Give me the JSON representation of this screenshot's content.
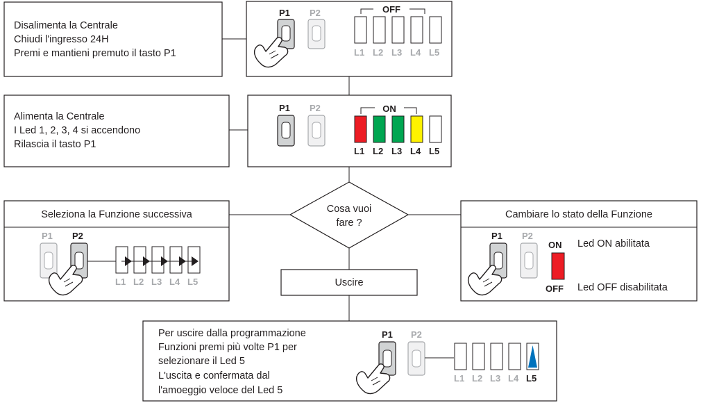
{
  "colors": {
    "line": "#231f20",
    "inactive": "#a7a9ac",
    "btn_dark_fill": "#d1d3d4",
    "btn_light_fill": "#f1f1f2",
    "btn_light_stroke": "#a7a9ac",
    "led_red": "#ed1c24",
    "led_green": "#00a651",
    "led_yellow": "#fff200",
    "led_off": "#ffffff",
    "arrow_blue": "#0072bc"
  },
  "step1": {
    "lines": [
      "Disalimenta la Centrale",
      "Chiudi l'ingresso 24H",
      "Premi e mantieni premuto il tasto P1"
    ],
    "p1": "P1",
    "p2": "P2",
    "group": "OFF",
    "leds": [
      "L1",
      "L2",
      "L3",
      "L4",
      "L5"
    ],
    "icon": "pressing-hand-icon"
  },
  "step2": {
    "lines": [
      "Alimenta la Centrale",
      "I Led 1, 2, 3, 4 si accendono",
      "Rilascia il tasto P1"
    ],
    "p1": "P1",
    "p2": "P2",
    "group": "ON",
    "leds": [
      "L1",
      "L2",
      "L3",
      "L4",
      "L5"
    ],
    "led_colors": [
      "led_red",
      "led_green",
      "led_green",
      "led_yellow",
      "led_off"
    ]
  },
  "decision": {
    "lines": [
      "Cosa vuoi",
      "fare ?"
    ]
  },
  "left": {
    "title": "Seleziona la Funzione successiva",
    "p1": "P1",
    "p2": "P2",
    "leds": [
      "L1",
      "L2",
      "L3",
      "L4",
      "L5"
    ],
    "icon": "pressing-hand-icon"
  },
  "right": {
    "title": "Cambiare lo stato della Funzione",
    "p1": "P1",
    "p2": "P2",
    "on": "ON",
    "off": "OFF",
    "on_desc": "Led ON abilitata",
    "off_desc": "Led OFF disabilitata",
    "icon": "pressing-hand-icon"
  },
  "exit": {
    "label": "Uscire"
  },
  "final": {
    "lines": [
      "Per uscire dalla programmazione",
      "Funzioni premi più volte P1 per",
      "selezionare il Led 5",
      "L'uscita e confermata dal",
      "l'amoeggio veloce del Led 5"
    ],
    "p1": "P1",
    "p2": "P2",
    "leds": [
      "L1",
      "L2",
      "L3",
      "L4",
      "L5"
    ],
    "icon": "pressing-hand-icon"
  }
}
